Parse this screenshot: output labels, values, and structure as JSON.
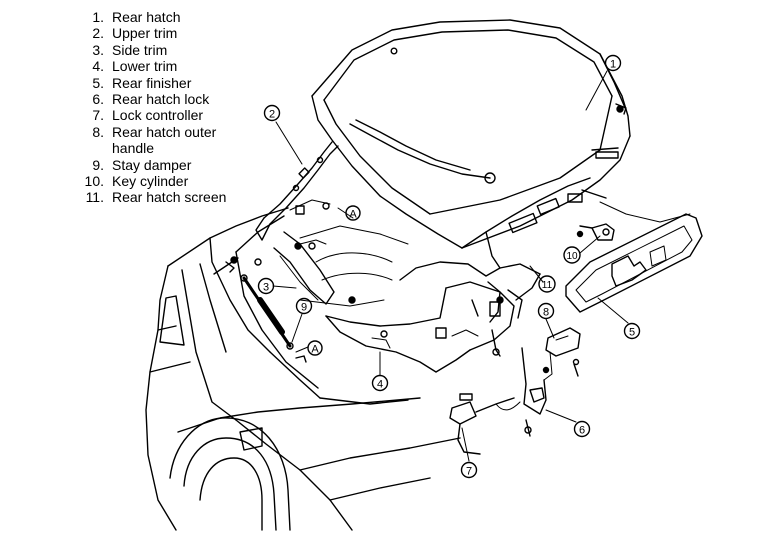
{
  "parts": [
    {
      "num": "1.",
      "name": "Rear hatch"
    },
    {
      "num": "2.",
      "name": "Upper trim"
    },
    {
      "num": "3.",
      "name": "Side trim"
    },
    {
      "num": "4.",
      "name": "Lower trim"
    },
    {
      "num": "5.",
      "name": "Rear finisher"
    },
    {
      "num": "6.",
      "name": "Rear hatch lock"
    },
    {
      "num": "7.",
      "name": "Lock controller"
    },
    {
      "num": "8.",
      "name": "Rear hatch outer",
      "name2": "handle"
    },
    {
      "num": "9.",
      "name": "Stay damper"
    },
    {
      "num": "10.",
      "name": "Key cylinder"
    },
    {
      "num": "11.",
      "name": "Rear hatch screen"
    }
  ],
  "callouts": {
    "c1": "1",
    "c2": "2",
    "c3": "3",
    "c4": "4",
    "c5": "5",
    "c6": "6",
    "c7": "7",
    "c8": "8",
    "c9": "9",
    "c10": "10",
    "c11": "11",
    "a_upper": "A",
    "a_lower": "A"
  }
}
